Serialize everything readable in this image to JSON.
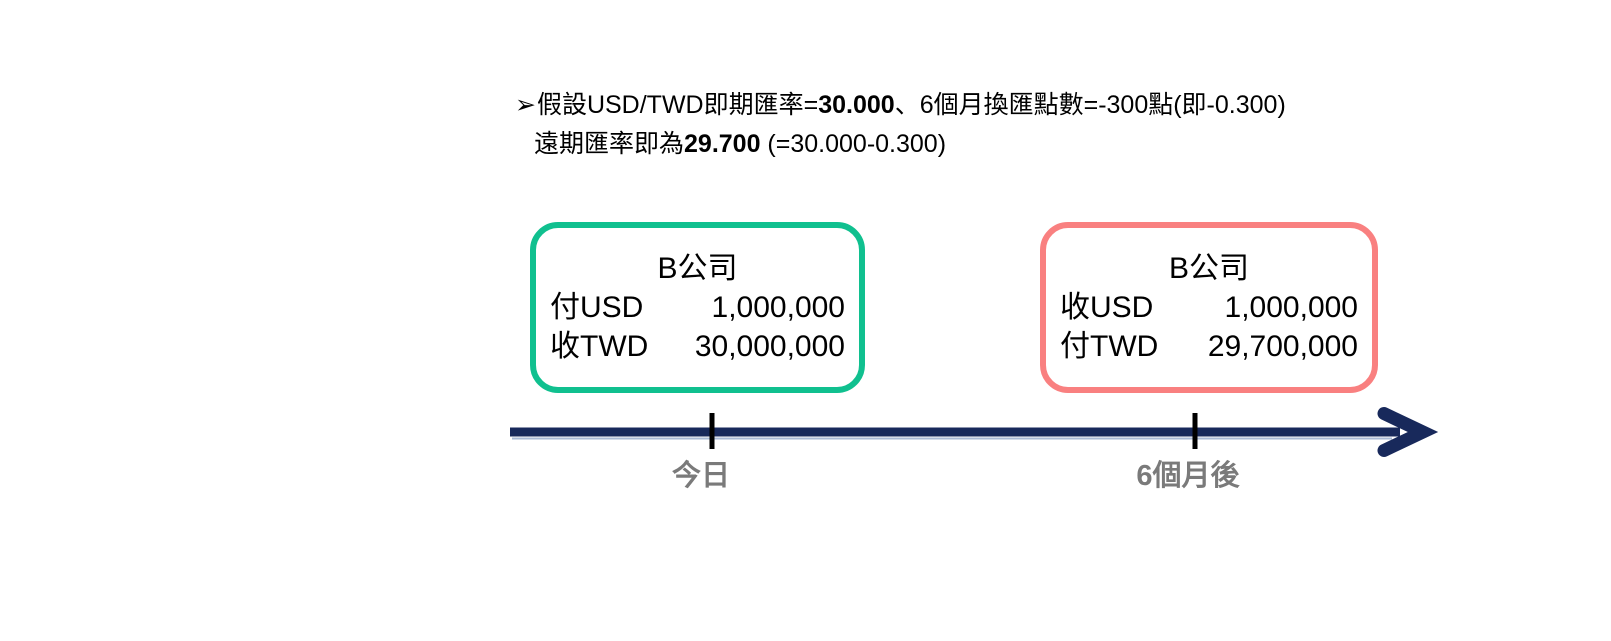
{
  "assumptions": {
    "bullet": "➢",
    "line1_pre": "假設USD/TWD即期匯率=",
    "line1_bold": "30.000",
    "line1_post": "、6個月換匯點數=-300點(即-0.300)",
    "line2_pre": "遠期匯率即為",
    "line2_bold": "29.700",
    "line2_post": " (=30.000-0.300)"
  },
  "boxes": {
    "near_leg": {
      "title": "B公司",
      "rows": [
        {
          "label": "付USD",
          "amount": "1,000,000"
        },
        {
          "label": "收TWD",
          "amount": "30,000,000"
        }
      ],
      "border_color": "#10C08F"
    },
    "far_leg": {
      "title": "B公司",
      "rows": [
        {
          "label": "收USD",
          "amount": "1,000,000"
        },
        {
          "label": "付TWD",
          "amount": "29,700,000"
        }
      ],
      "border_color": "#F98080"
    }
  },
  "timeline": {
    "near_label": "今日",
    "far_label": "6個月後",
    "arrow_color": "#18295B",
    "arrow_edge_color": "#A9BAD6",
    "tick_color": "#000000",
    "label_color": "#7A7A7A"
  }
}
